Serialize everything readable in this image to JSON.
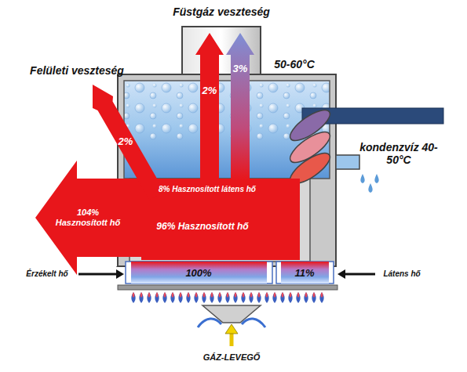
{
  "diagram": {
    "labels": [
      "Füstgáz veszteség",
      "Felületi veszteség",
      "2%",
      "2%",
      "3%",
      "50-60°C",
      "kondenzvíz 40-50°C",
      "8% Hasznosított látens hő",
      "104% Hasznosított hő",
      "96% Hasznosított hő",
      "Érzékelt hő",
      "100%",
      "11%",
      "Látens hő",
      "GÁZ-LEVEGŐ"
    ]
  }
}
